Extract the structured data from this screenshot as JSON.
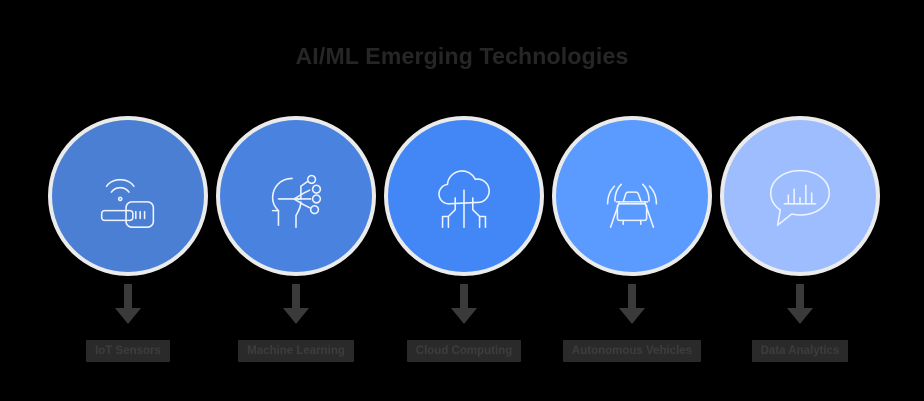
{
  "title": "AI/ML Emerging Technologies",
  "theme": {
    "background": "#000000",
    "title_color": "#262626",
    "icon_stroke": "#eef4ff",
    "arrow_color": "#3a3a3a",
    "label_background": "#2a2a2a",
    "label_text_color": "#3d3d3d"
  },
  "nodes": [
    {
      "label": "IoT Sensors",
      "icon": "wireless-sensor-icon",
      "circle_color": "#4a7fd4"
    },
    {
      "label": "Machine Learning",
      "icon": "ai-brain-icon",
      "circle_color": "#4a82e0"
    },
    {
      "label": "Cloud Computing",
      "icon": "cloud-computing-icon",
      "circle_color": "#4287f5"
    },
    {
      "label": "Autonomous Vehicles",
      "icon": "autonomous-vehicle-icon",
      "circle_color": "#5b9bff"
    },
    {
      "label": "Data Analytics",
      "icon": "analytics-chat-icon",
      "circle_color": "#9dbdff"
    }
  ],
  "arrow": {
    "direction": "down",
    "count": 5
  }
}
